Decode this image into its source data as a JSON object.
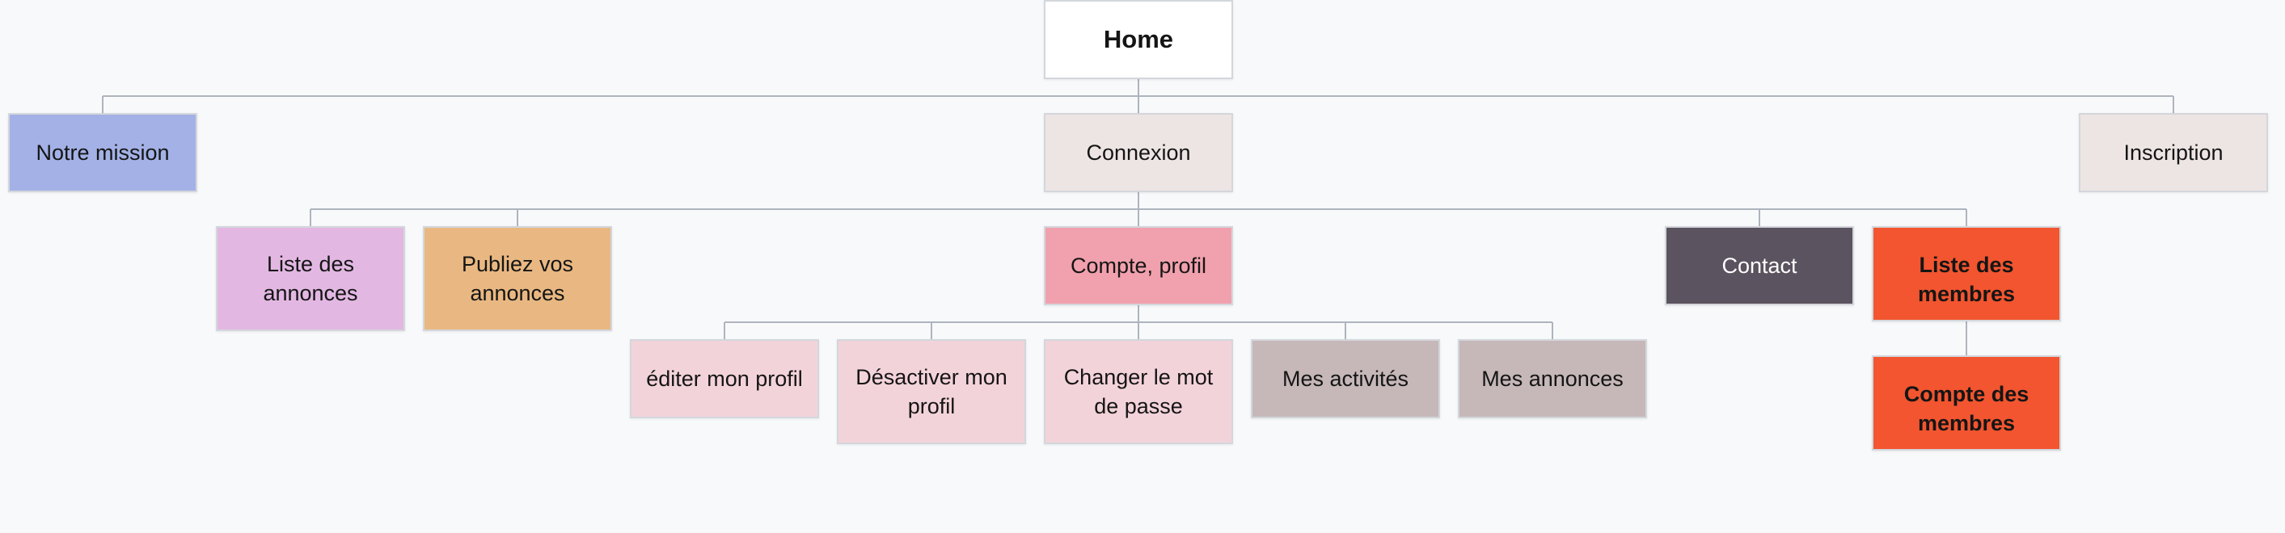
{
  "diagram": {
    "nodes": {
      "home": {
        "label": "Home",
        "fill": "#ffffff"
      },
      "mission": {
        "label": "Notre mission",
        "fill": "#a3b1e6"
      },
      "connexion": {
        "label": "Connexion",
        "fill": "#ede5e4"
      },
      "inscription": {
        "label": "Inscription",
        "fill": "#ede5e4"
      },
      "liste_annonces": {
        "label": "Liste des annonces",
        "fill": "#e2b8e2"
      },
      "publiez": {
        "label": "Publiez vos annonces",
        "fill": "#e9b882"
      },
      "compte_profil": {
        "label": "Compte, profil",
        "fill": "#f1a0ad"
      },
      "contact": {
        "label": "Contact",
        "fill": "#5b535f",
        "text_color": "#ffffff"
      },
      "liste_membres": {
        "label": "Liste des membres",
        "fill": "#f2552f"
      },
      "compte_membres": {
        "label": "Compte des membres",
        "fill": "#f2552f"
      },
      "editer": {
        "label": "éditer mon profil",
        "fill": "#f3d3da"
      },
      "desactiver": {
        "label": "Désactiver mon profil",
        "fill": "#f3d3da"
      },
      "changer": {
        "label": "Changer le mot de passe",
        "fill": "#f3d3da"
      },
      "activites": {
        "label": "Mes activités",
        "fill": "#c6b7b8"
      },
      "mes_annonces": {
        "label": "Mes annonces",
        "fill": "#c6b7b8"
      }
    },
    "edges": [
      [
        "home",
        "mission"
      ],
      [
        "home",
        "connexion"
      ],
      [
        "home",
        "inscription"
      ],
      [
        "connexion",
        "liste_annonces"
      ],
      [
        "connexion",
        "publiez"
      ],
      [
        "connexion",
        "compte_profil"
      ],
      [
        "connexion",
        "contact"
      ],
      [
        "connexion",
        "liste_membres"
      ],
      [
        "compte_profil",
        "editer"
      ],
      [
        "compte_profil",
        "desactiver"
      ],
      [
        "compte_profil",
        "changer"
      ],
      [
        "compte_profil",
        "activites"
      ],
      [
        "compte_profil",
        "mes_annonces"
      ],
      [
        "liste_membres",
        "compte_membres"
      ]
    ],
    "connector_color": "#aeb4bd"
  }
}
